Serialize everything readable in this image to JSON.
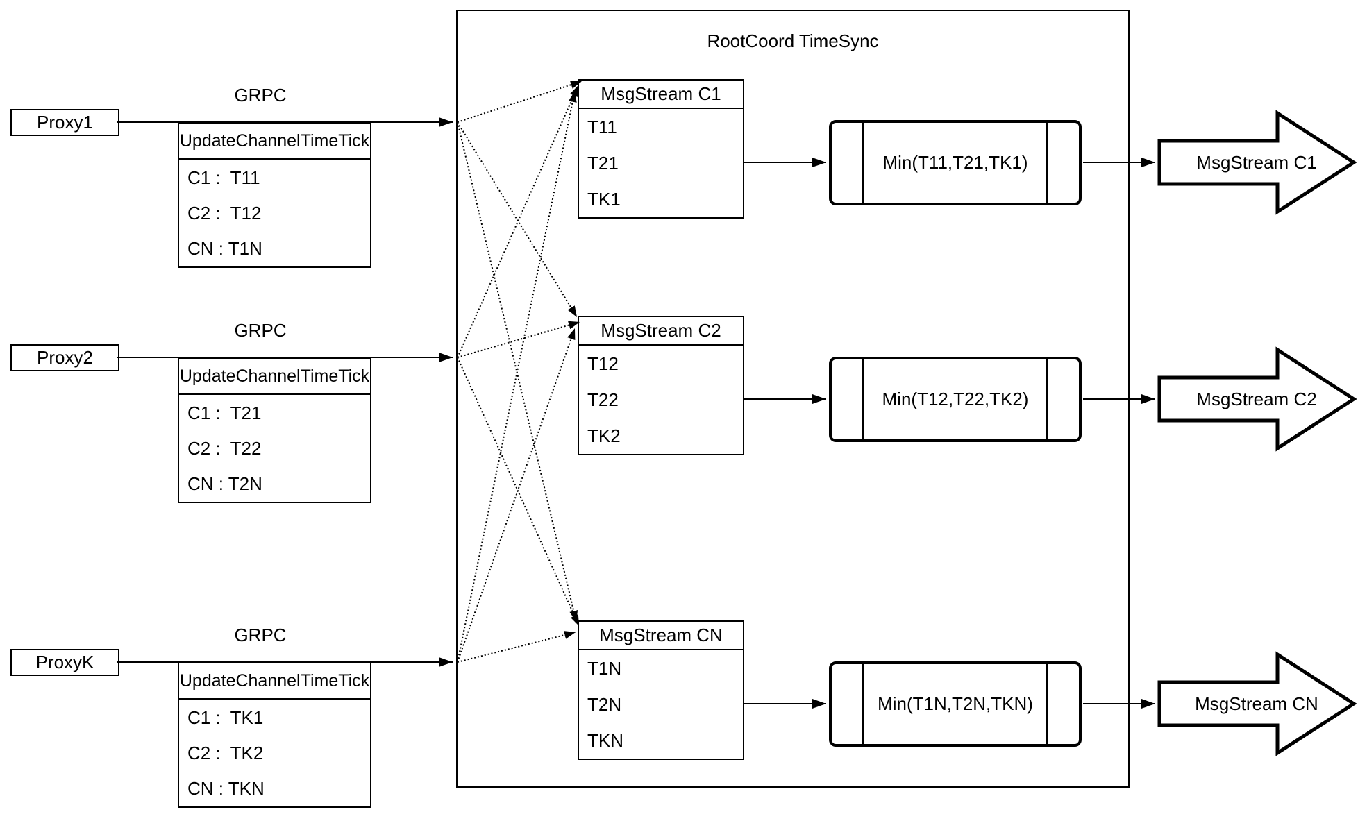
{
  "colors": {
    "stroke": "#000000",
    "background": "#ffffff"
  },
  "diagram": {
    "title": "RootCoord TimeSync",
    "rows": [
      {
        "proxy_label": "Proxy1",
        "grpc_label": "GRPC",
        "update_table": {
          "header": "UpdateChannelTimeTick",
          "rows": [
            "C1 :  T11",
            "C2 :  T12",
            "CN : T1N"
          ]
        },
        "msgstream_table": {
          "header": "MsgStream C1",
          "rows": [
            "T11",
            "T21",
            "TK1"
          ]
        },
        "min_label": "Min(T11,T21,TK1)",
        "output_label": "MsgStream C1"
      },
      {
        "proxy_label": "Proxy2",
        "grpc_label": "GRPC",
        "update_table": {
          "header": "UpdateChannelTimeTick",
          "rows": [
            "C1 :  T21",
            "C2 :  T22",
            "CN : T2N"
          ]
        },
        "msgstream_table": {
          "header": "MsgStream C2",
          "rows": [
            "T12",
            "T22",
            "TK2"
          ]
        },
        "min_label": "Min(T12,T22,TK2)",
        "output_label": "MsgStream C2"
      },
      {
        "proxy_label": "ProxyK",
        "grpc_label": "GRPC",
        "update_table": {
          "header": "UpdateChannelTimeTick",
          "rows": [
            "C1 :  TK1",
            "C2 :  TK2",
            "CN : TKN"
          ]
        },
        "msgstream_table": {
          "header": "MsgStream CN",
          "rows": [
            "T1N",
            "T2N",
            "TKN"
          ]
        },
        "min_label": "Min(T1N,T2N,TKN)",
        "output_label": "MsgStream CN"
      }
    ]
  }
}
